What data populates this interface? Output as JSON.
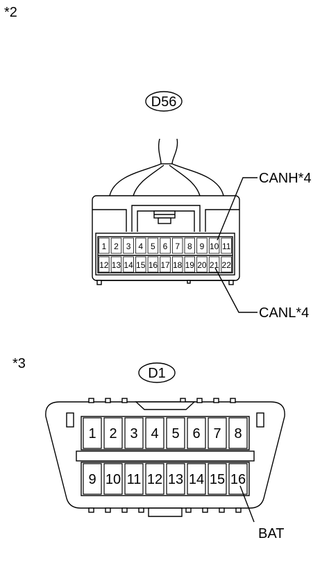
{
  "notes": {
    "note_2": "*2",
    "note_3": "*3"
  },
  "connector_d56": {
    "id": "D56",
    "pins_top": [
      "1",
      "2",
      "3",
      "4",
      "5",
      "6",
      "7",
      "8",
      "9",
      "10",
      "11"
    ],
    "pins_bottom": [
      "12",
      "13",
      "14",
      "15",
      "16",
      "17",
      "18",
      "19",
      "20",
      "21",
      "22"
    ],
    "label_canh": "CANH*4",
    "label_canl": "CANL*4"
  },
  "connector_d1": {
    "id": "D1",
    "pins_top": [
      "1",
      "2",
      "3",
      "4",
      "5",
      "6",
      "7",
      "8"
    ],
    "pins_bottom": [
      "9",
      "10",
      "11",
      "12",
      "13",
      "14",
      "15",
      "16"
    ],
    "label_bat": "BAT"
  }
}
